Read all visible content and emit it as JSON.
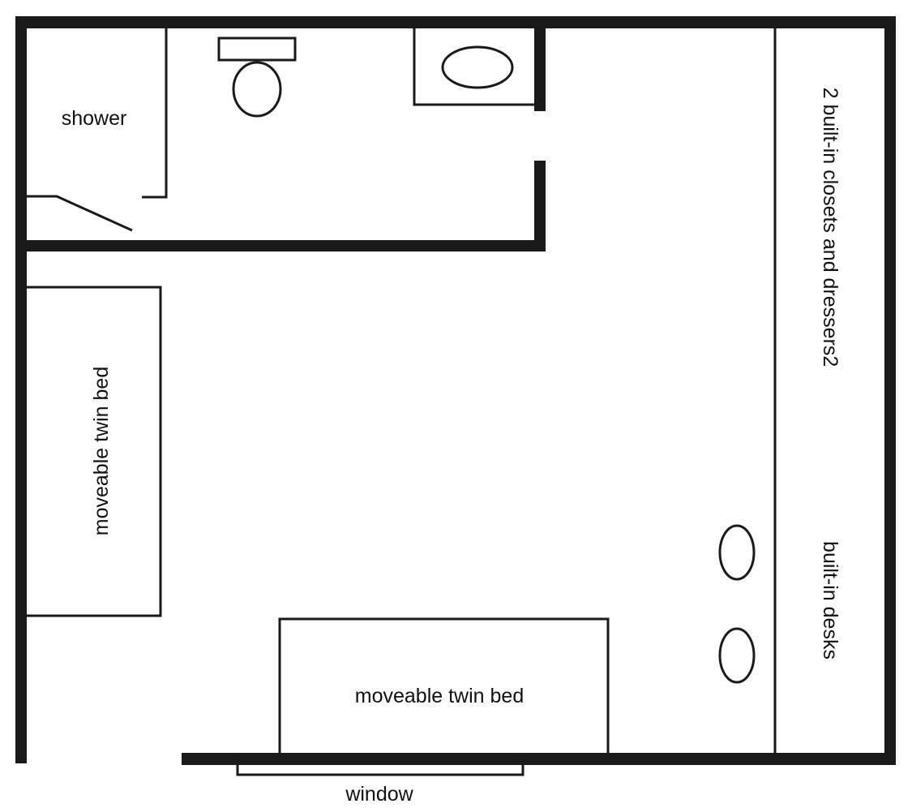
{
  "labels": {
    "shower": "shower",
    "closets": "2 built-in closets and dressers2",
    "desks": "built-in desks",
    "bed_left": "moveable twin bed",
    "bed_bottom": "moveable twin bed",
    "window": "window"
  },
  "colors": {
    "wall": "#1a1a1a",
    "background": "#ffffff"
  }
}
